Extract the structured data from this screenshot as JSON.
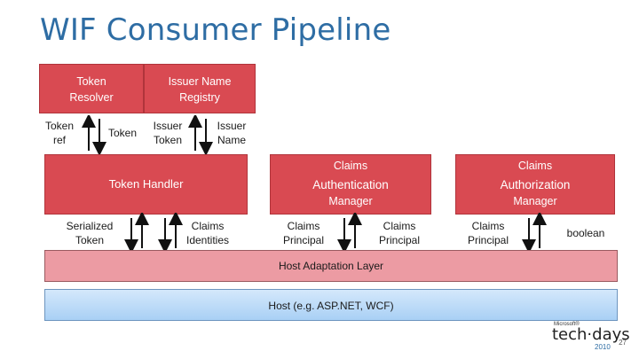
{
  "title": "WIF Consumer Pipeline",
  "token_resolver": "Token\nResolver",
  "issuer_name_registry": "Issuer Name\nRegistry",
  "token_ref": "Token\nref",
  "token_top": "Token",
  "issuer_token": "Issuer\nToken",
  "issuer_name": "Issuer\nName",
  "token_handler": "Token Handler",
  "auth_claims": "Claims",
  "auth_main": "Authentication",
  "auth_manager": "Manager",
  "authz_claims": "Claims",
  "authz_main": "Authorization",
  "authz_manager": "Manager",
  "serialized_token": "Serialized\nToken",
  "claims_identities": "Claims\nIdentities",
  "claims_principal_1": "Claims\nPrincipal",
  "claims_principal_2": "Claims\nPrincipal",
  "claims_principal_3": "Claims\nPrincipal",
  "boolean": "boolean",
  "host_adaptation_layer": "Host Adaptation Layer",
  "host": "Host (e.g. ASP.NET, WCF)",
  "logo": {
    "microsoft": "Microsoft®",
    "brand": "tech·days",
    "year": "2010"
  },
  "slide_number": "27",
  "colors": {
    "title": "#2e6da4",
    "red_box": "#d94a52",
    "pink_layer": "#ec9ba3",
    "blue_layer": "#a9d0f5"
  }
}
